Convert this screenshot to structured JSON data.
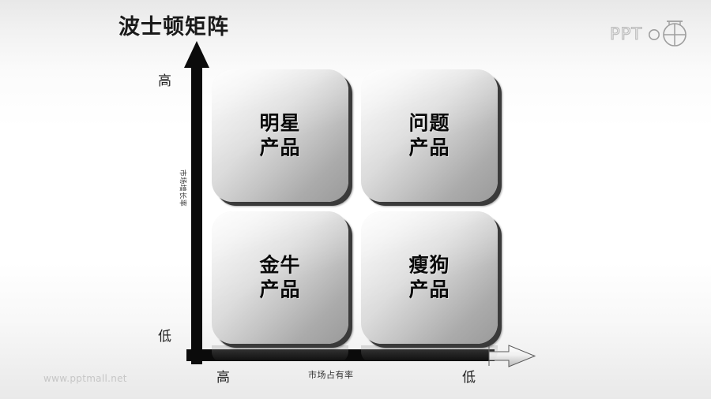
{
  "slide": {
    "title": "波士顿矩阵",
    "watermark": "www.pptmall.net"
  },
  "logo": {
    "wordmark": "PPT",
    "name": "pptmall-logo"
  },
  "axes": {
    "y": {
      "name": "市场增长率",
      "high_label": "高",
      "low_label": "低"
    },
    "x": {
      "name": "市场占有率",
      "high_label": "高",
      "low_label": "低"
    }
  },
  "quadrants": [
    {
      "id": "star",
      "line1": "明星",
      "line2": "产品",
      "position": "top-left"
    },
    {
      "id": "question",
      "line1": "问题",
      "line2": "产品",
      "position": "top-right"
    },
    {
      "id": "cow",
      "line1": "金牛",
      "line2": "产品",
      "position": "bottom-left"
    },
    {
      "id": "dog",
      "line1": "瘦狗",
      "line2": "产品",
      "position": "bottom-right"
    }
  ],
  "colors": {
    "title_text": "#1a1a1a",
    "axis": "#000000",
    "box_light": "#f4f4f4",
    "box_dark": "#9a9a9a",
    "box_shadow": "#3a3a3a",
    "watermark": "#c6c6c6",
    "logo": "#b9b9b9"
  }
}
